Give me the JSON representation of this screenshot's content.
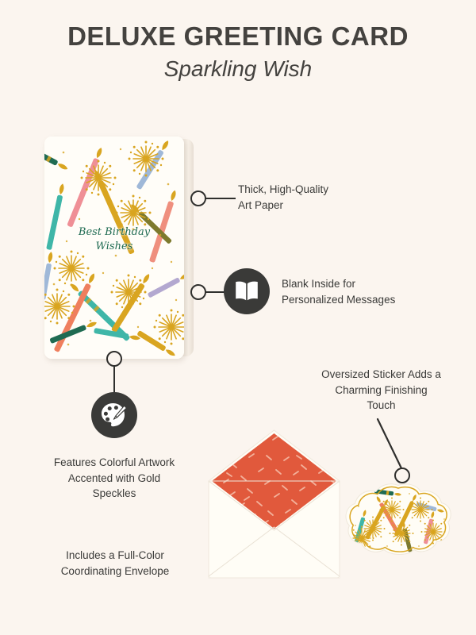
{
  "header": {
    "title": "DELUXE GREETING CARD",
    "subtitle": "Sparkling Wish"
  },
  "card": {
    "script_text": "Best Birthday\nWishes",
    "script_color": "#1f6b52",
    "face_color": "#fffdf8"
  },
  "callouts": [
    {
      "id": "paper",
      "text": "Thick, High-Quality\nArt Paper",
      "icon": null
    },
    {
      "id": "blank-inside",
      "text": "Blank Inside for\nPersonalized Messages",
      "icon": "open-book-icon"
    },
    {
      "id": "artwork",
      "text": "Features Colorful Artwork\nAccented with Gold\nSpeckles",
      "icon": "paint-palette-icon"
    },
    {
      "id": "envelope",
      "text": "Includes a Full-Color\nCoordinating Envelope",
      "icon": null
    },
    {
      "id": "sticker",
      "text": "Oversized Sticker Adds a\nCharming Finishing\nTouch",
      "icon": null
    }
  ],
  "colors": {
    "background": "#fbf5ef",
    "text": "#3a3a38",
    "icon_circle": "#3a3a38",
    "connector": "#2f2f2d",
    "envelope_liner": "#e1593c",
    "envelope_paper": "#fffdf6",
    "gold": "#d9a520",
    "candle_pink": "#ef8f96",
    "candle_teal": "#3fb6a8",
    "candle_green": "#1f6b52",
    "candle_coral": "#ef7f5e",
    "candle_blue": "#9fb8d8",
    "candle_olive": "#7d7a2e"
  }
}
